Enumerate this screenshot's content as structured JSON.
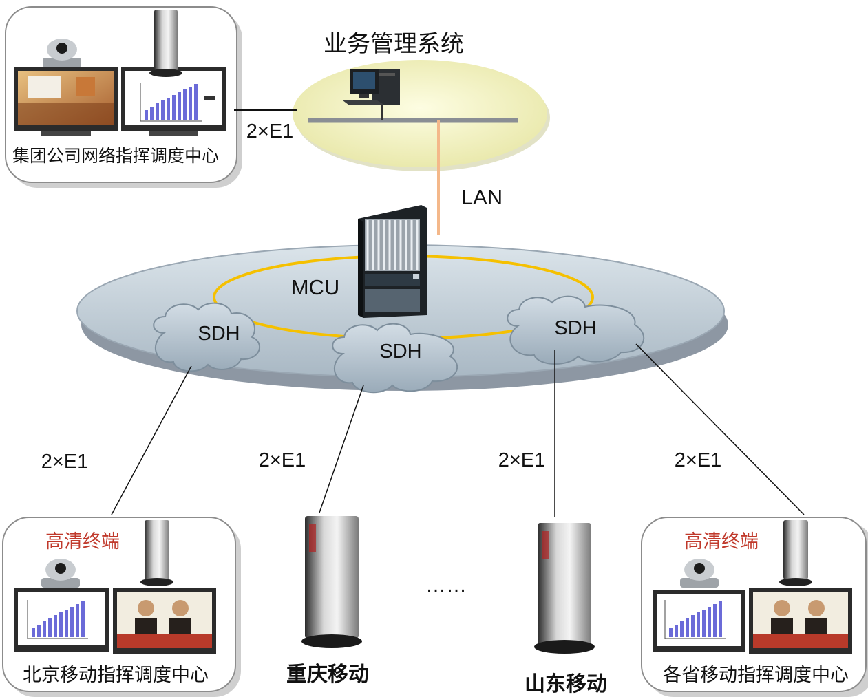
{
  "title": "业务管理系统",
  "hq": {
    "label": "集团公司网络指挥调度中心",
    "link_label": "2×E1"
  },
  "lan_label": "LAN",
  "mcu_label": "MCU",
  "sdh_labels": [
    "SDH",
    "SDH",
    "SDH"
  ],
  "branches": [
    {
      "label": "北京移动指挥调度中心",
      "terminal_label": "高清终端",
      "link_label": "2×E1"
    },
    {
      "label": "重庆移动",
      "link_label": "2×E1"
    },
    {
      "label": "山东移动",
      "link_label": "2×E1"
    },
    {
      "label": "各省移动指挥调度中心",
      "terminal_label": "高清终端",
      "link_label": "2×E1"
    }
  ],
  "ellipsis": "……",
  "colors": {
    "ring": "#f5c000",
    "lan_line": "#f4b88a",
    "mgmt_ellipse": "#f6f5c4",
    "core_ellipse": "#c5d2dc",
    "cloud": "#b9c7d2",
    "terminal_label": "#c0392b"
  }
}
